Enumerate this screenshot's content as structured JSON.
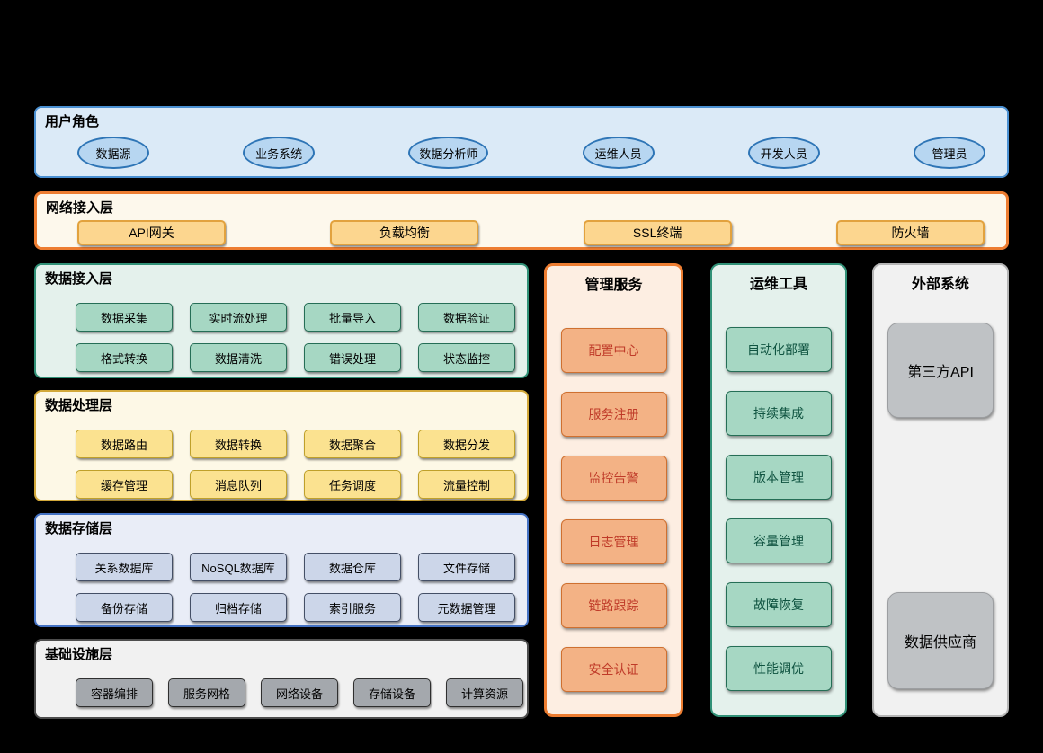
{
  "layers": {
    "user_roles": {
      "title": "用户角色",
      "items": [
        "数据源",
        "业务系统",
        "数据分析师",
        "运维人员",
        "开发人员",
        "管理员"
      ]
    },
    "network": {
      "title": "网络接入层",
      "items": [
        "API网关",
        "负载均衡",
        "SSL终端",
        "防火墙"
      ]
    },
    "data_access": {
      "title": "数据接入层",
      "items": [
        "数据采集",
        "实时流处理",
        "批量导入",
        "数据验证",
        "格式转换",
        "数据清洗",
        "错误处理",
        "状态监控"
      ]
    },
    "data_processing": {
      "title": "数据处理层",
      "items": [
        "数据路由",
        "数据转换",
        "数据聚合",
        "数据分发",
        "缓存管理",
        "消息队列",
        "任务调度",
        "流量控制"
      ]
    },
    "data_storage": {
      "title": "数据存储层",
      "items": [
        "关系数据库",
        "NoSQL数据库",
        "数据仓库",
        "文件存储",
        "备份存储",
        "归档存储",
        "索引服务",
        "元数据管理"
      ]
    },
    "infrastructure": {
      "title": "基础设施层",
      "items": [
        "容器编排",
        "服务网格",
        "网络设备",
        "存储设备",
        "计算资源"
      ]
    },
    "management": {
      "title": "管理服务",
      "items": [
        "配置中心",
        "服务注册",
        "监控告警",
        "日志管理",
        "链路跟踪",
        "安全认证"
      ]
    },
    "ops_tools": {
      "title": "运维工具",
      "items": [
        "自动化部署",
        "持续集成",
        "版本管理",
        "容量管理",
        "故障恢复",
        "性能调优"
      ]
    },
    "external": {
      "title": "外部系统",
      "items": [
        "第三方API",
        "数据供应商"
      ]
    }
  },
  "colors": {
    "background": "#000000",
    "user_layer_fill": "#dbeaf7",
    "user_layer_border": "#2e75b6",
    "network_accent": "#ed7d31",
    "network_box_fill": "#fcd68f",
    "green_accent": "#319177",
    "green_box_fill": "#a6d7c3",
    "yellow_accent": "#d2a83a",
    "yellow_box_fill": "#fbe290",
    "blue_accent": "#4472c4",
    "blue_box_fill": "#ccd6e9",
    "gray_box_fill": "#a4a8ad",
    "management_box_fill": "#f3b285",
    "management_text": "#bf3a28",
    "ops_text": "#0f5340",
    "external_box_fill": "#bfc2c5"
  }
}
